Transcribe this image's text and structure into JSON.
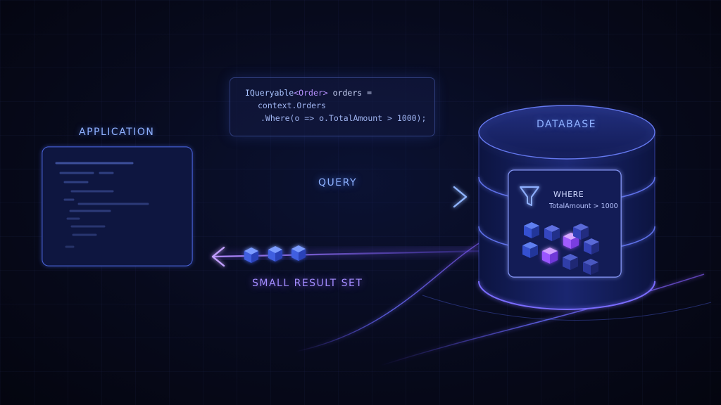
{
  "labels": {
    "application": "APPLICATION",
    "database": "DATABASE",
    "query": "QUERY",
    "result": "SMALL RESULT SET",
    "where": "WHERE",
    "condition": "TotalAmount > 1000"
  },
  "code": {
    "line1_type": "IQueryable",
    "line1_generic": "<Order>",
    "line1_rest": " orders =",
    "line2": "context.Orders",
    "line3": ".Where(o => o.TotalAmount > 1000);"
  },
  "colors": {
    "query_arrow": "#5b8cff",
    "result_arrow": "#9b6bff",
    "accent": "#7a5cff"
  }
}
